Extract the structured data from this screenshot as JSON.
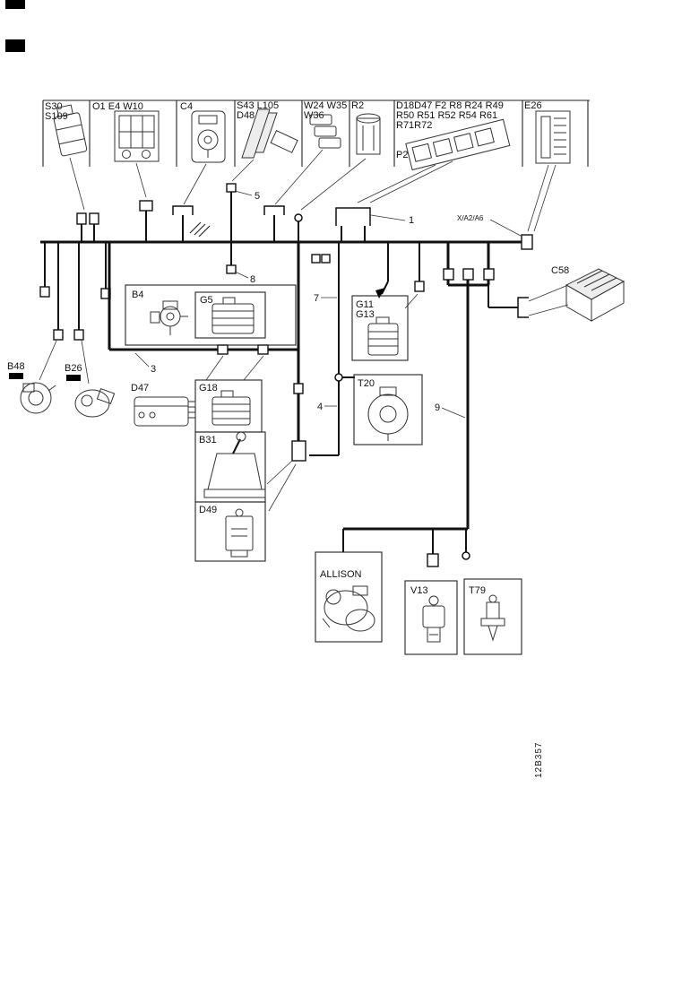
{
  "colors": {
    "ink": "#111111",
    "background": "#ffffff"
  },
  "legend": {
    "s30": "S30",
    "s109": "S109",
    "o1_e4_w10": "O1 E4 W10",
    "c4": "C4",
    "s43_l105": "S43 L105",
    "d48": "D48",
    "w24_w35": "W24 W35",
    "w36": "W36",
    "r2": "R2",
    "relay_row1": "D18D47 F2 R8 R24 R49",
    "relay_row2": "R50 R51 R52 R54 R61",
    "relay_row3": "R71R72",
    "p2": "P2",
    "e26": "E26"
  },
  "components": {
    "b4": "B4",
    "g5": "G5",
    "g11": "G11",
    "g13": "G13",
    "c58": "C58",
    "b48": "B48",
    "b26": "B26",
    "d47": "D47",
    "g18": "G18",
    "t20": "T20",
    "b31": "B31",
    "d49": "D49",
    "allison": "ALLISON",
    "v13": "V13",
    "t79": "T79"
  },
  "wires": {
    "n1": "1",
    "n3": "3",
    "n4": "4",
    "n5": "5",
    "n7": "7",
    "n8": "8",
    "n9": "9"
  },
  "annotations": {
    "connector_code": "X/A2/A6",
    "doc_number": "12B357"
  }
}
